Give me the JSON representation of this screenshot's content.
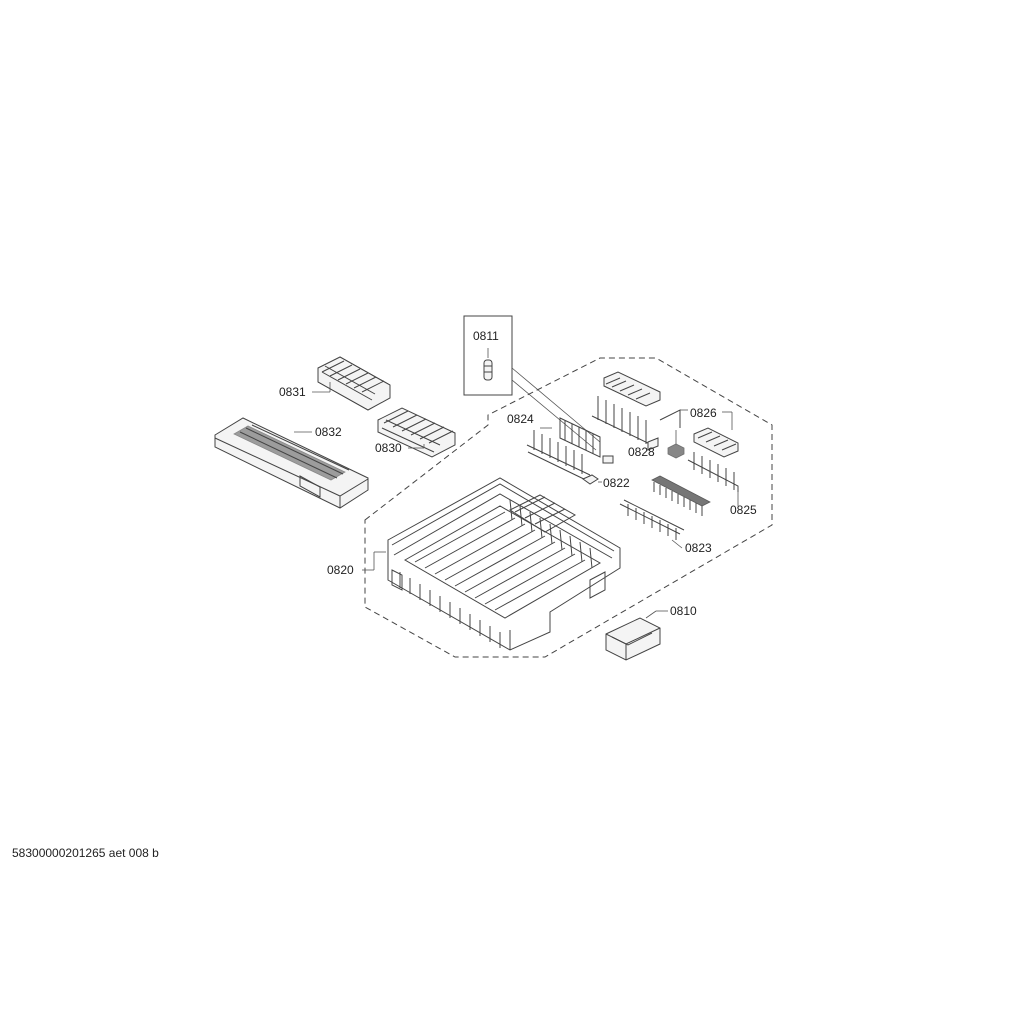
{
  "document_code": "58300000201265 aet 008 b",
  "labels": {
    "p0811": "0811",
    "p0831": "0831",
    "p0832": "0832",
    "p0830": "0830",
    "p0824": "0824",
    "p0826": "0826",
    "p0828": "0828",
    "p0822": "0822",
    "p0825": "0825",
    "p0823": "0823",
    "p0820": "0820",
    "p0810": "0810"
  }
}
